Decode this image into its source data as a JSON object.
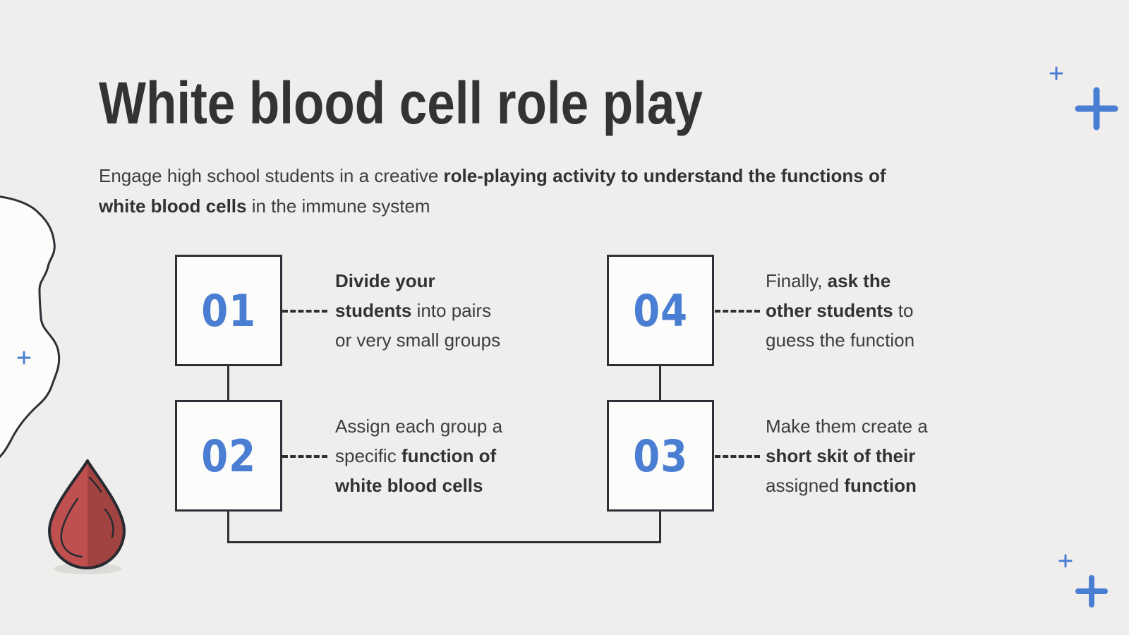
{
  "slide": {
    "title": "White blood cell role play",
    "intro_lines": [
      [
        {
          "t": "Engage high school students in a creative ",
          "b": false
        },
        {
          "t": "role-playing activity to understand the functions of",
          "b": true
        }
      ],
      [
        {
          "t": "white blood cells",
          "b": true
        },
        {
          "t": " in the immune system",
          "b": false
        }
      ]
    ],
    "steps": [
      {
        "number": "01",
        "lines": [
          [
            {
              "t": "Divide your",
              "b": true
            }
          ],
          [
            {
              "t": "students",
              "b": true
            },
            {
              "t": " into pairs",
              "b": false
            }
          ],
          [
            {
              "t": "or very small groups",
              "b": false
            }
          ]
        ]
      },
      {
        "number": "02",
        "lines": [
          [
            {
              "t": "Assign each group a",
              "b": false
            }
          ],
          [
            {
              "t": "specific ",
              "b": false
            },
            {
              "t": "function of",
              "b": true
            }
          ],
          [
            {
              "t": "white blood cells",
              "b": true
            }
          ]
        ]
      },
      {
        "number": "03",
        "lines": [
          [
            {
              "t": "Make them create a",
              "b": false
            }
          ],
          [
            {
              "t": "short skit of their",
              "b": true
            }
          ],
          [
            {
              "t": "assigned ",
              "b": false
            },
            {
              "t": "function",
              "b": true
            }
          ]
        ]
      },
      {
        "number": "04",
        "lines": [
          [
            {
              "t": "Finally, ",
              "b": false
            },
            {
              "t": "ask the",
              "b": true
            }
          ],
          [
            {
              "t": "other students",
              "b": true
            },
            {
              "t": " to",
              "b": false
            }
          ],
          [
            {
              "t": "guess the function",
              "b": false
            }
          ]
        ]
      }
    ],
    "decorations": {
      "icons": [
        "plus-icon",
        "plus-icon",
        "plus-icon",
        "plus-icon",
        "plus-icon",
        "blood-drop-icon",
        "organic-blob-shape"
      ]
    },
    "colors": {
      "background": "#efeeec",
      "surface": "#fcfcfb",
      "line_dark": "#2e3036",
      "text_title": "#333333",
      "text_body": "#3d3d3d",
      "accent_blue": "#4a7ed3",
      "drop_red_light": "#c0504f",
      "drop_red_dark": "#a14341",
      "drop_outline": "#272b31",
      "shadow": "#dbdbd8"
    }
  }
}
